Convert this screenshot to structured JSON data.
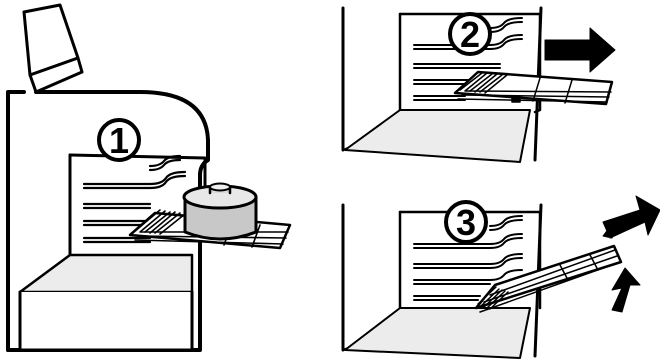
{
  "steps": [
    {
      "number": "1"
    },
    {
      "number": "2"
    },
    {
      "number": "3"
    }
  ],
  "colors": {
    "line": "#000000",
    "floor": "#ececec",
    "wall": "#ffffff",
    "pot_side": "#c8c8c8",
    "pot_top": "#e8e8e8",
    "arrow": "#000000"
  }
}
